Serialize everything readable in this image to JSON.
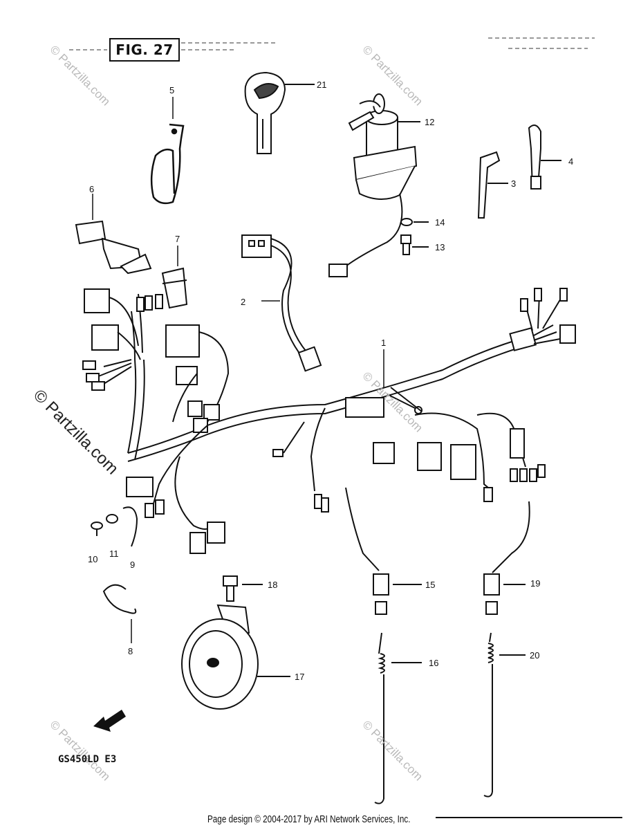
{
  "figure": {
    "title": "FIG. 27",
    "model_code": "GS450LD  E3"
  },
  "watermarks": {
    "text": "© Partzilla.com",
    "prominent": "© Partzilla.com"
  },
  "footer": {
    "text": "Page design © 2004-2017 by ARI Network Services, Inc."
  },
  "fwd_label": "FWD",
  "callouts": [
    "1",
    "2",
    "3",
    "4",
    "5",
    "6",
    "7",
    "8",
    "9",
    "10",
    "11",
    "12",
    "13",
    "14",
    "15",
    "16",
    "17",
    "18",
    "19",
    "20",
    "21"
  ]
}
